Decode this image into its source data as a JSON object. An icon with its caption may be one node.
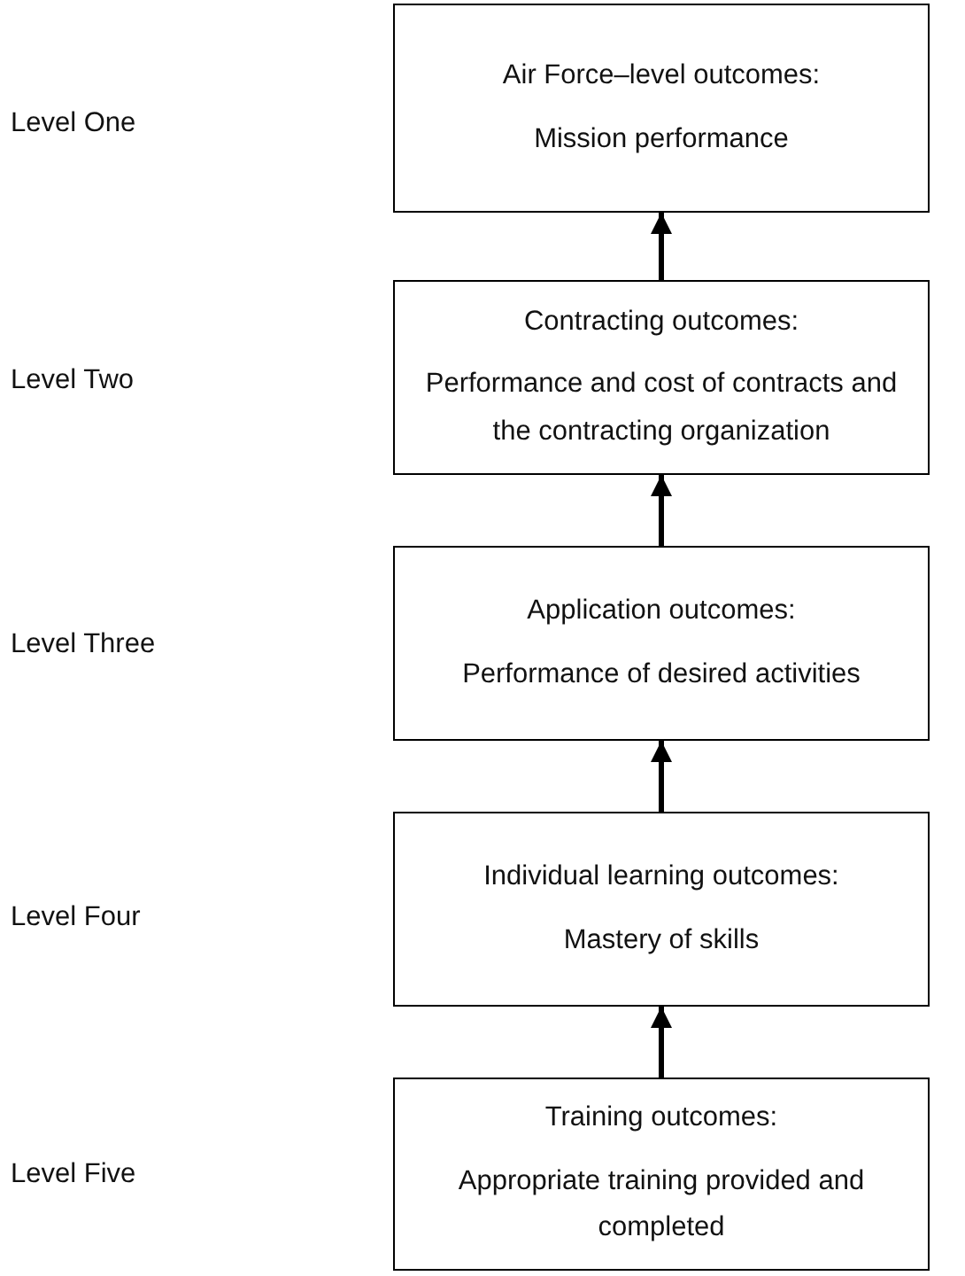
{
  "diagram": {
    "nodes": [
      {
        "text": [
          "Air Force–level outcomes:",
          "Mission performance"
        ]
      },
      {
        "text": [
          "Contracting outcomes:",
          "Performance and cost of contracts and the contracting organization"
        ]
      },
      {
        "text": [
          "Application outcomes:",
          "Performance of desired activities"
        ]
      },
      {
        "text": [
          "Individual learning outcomes:",
          "Mastery of skills"
        ]
      },
      {
        "text": [
          "Training outcomes:",
          "Appropriate training provided and completed"
        ]
      }
    ],
    "edges": [
      {
        "from": 1,
        "to": 0,
        "arrow": "to"
      },
      {
        "from": 2,
        "to": 1,
        "arrow": "to"
      },
      {
        "from": 3,
        "to": 2,
        "arrow": "to"
      },
      {
        "from": 4,
        "to": 3,
        "arrow": "to"
      }
    ],
    "labels": [
      "Level One",
      "Level Two",
      "Level Three",
      "Level Four",
      "Level Five"
    ]
  }
}
